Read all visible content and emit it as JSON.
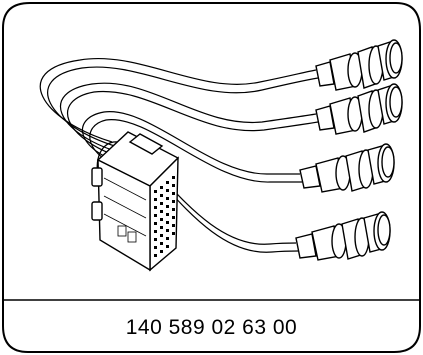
{
  "illustration": {
    "subject": "cable-harness-adapter",
    "connector_count": 4,
    "stroke_color": "#000000",
    "background_color": "#ffffff"
  },
  "caption": {
    "part_number": "140 589 02 63 00"
  }
}
